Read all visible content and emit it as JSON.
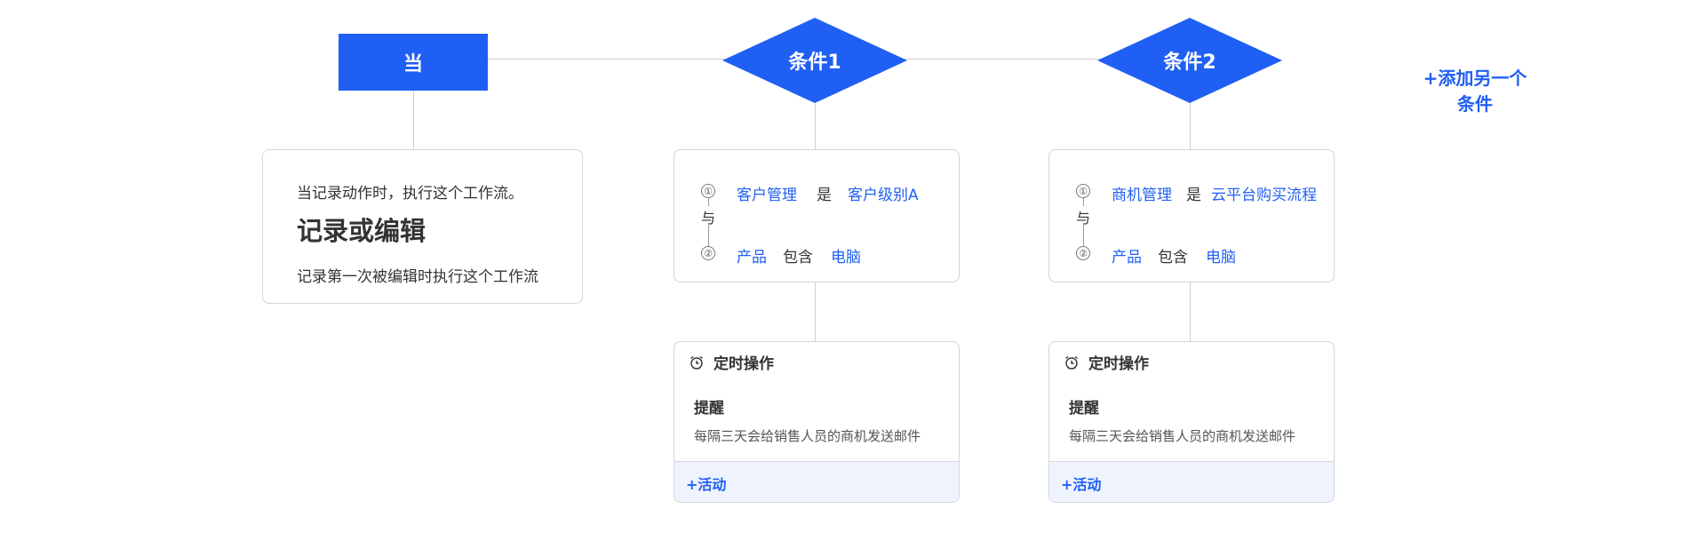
{
  "when": {
    "label": "当"
  },
  "conditions": [
    {
      "label": "条件1"
    },
    {
      "label": "条件2"
    }
  ],
  "add_condition": {
    "label": "+添加另一个\n条件"
  },
  "trigger": {
    "intro": "当记录动作时，执行这个工作流。",
    "title": "记录或编辑",
    "description": "记录第一次被编辑时执行这个工作流"
  },
  "criteria_cards": [
    {
      "connector": "与",
      "rows": [
        {
          "num": "①",
          "field": "客户管理",
          "operator": "是",
          "value": "客户级别A"
        },
        {
          "num": "②",
          "field": "产品",
          "operator": "包含",
          "value": "电脑"
        }
      ]
    },
    {
      "connector": "与",
      "rows": [
        {
          "num": "①",
          "field": "商机管理",
          "operator": "是",
          "value": "云平台购买流程"
        },
        {
          "num": "②",
          "field": "产品",
          "operator": "包含",
          "value": "电脑"
        }
      ]
    }
  ],
  "action_cards": [
    {
      "header": "定时操作",
      "title": "提醒",
      "description": "每隔三天会给销售人员的商机发送邮件",
      "activity": "+活动",
      "icon": "alarm-clock-icon"
    },
    {
      "header": "定时操作",
      "title": "提醒",
      "description": "每隔三天会给销售人员的商机发送邮件",
      "activity": "+活动",
      "icon": "alarm-clock-icon"
    }
  ],
  "colors": {
    "accent": "#1f5ff4",
    "line": "#cfcfcf",
    "activity_bg": "#eef3fd"
  }
}
